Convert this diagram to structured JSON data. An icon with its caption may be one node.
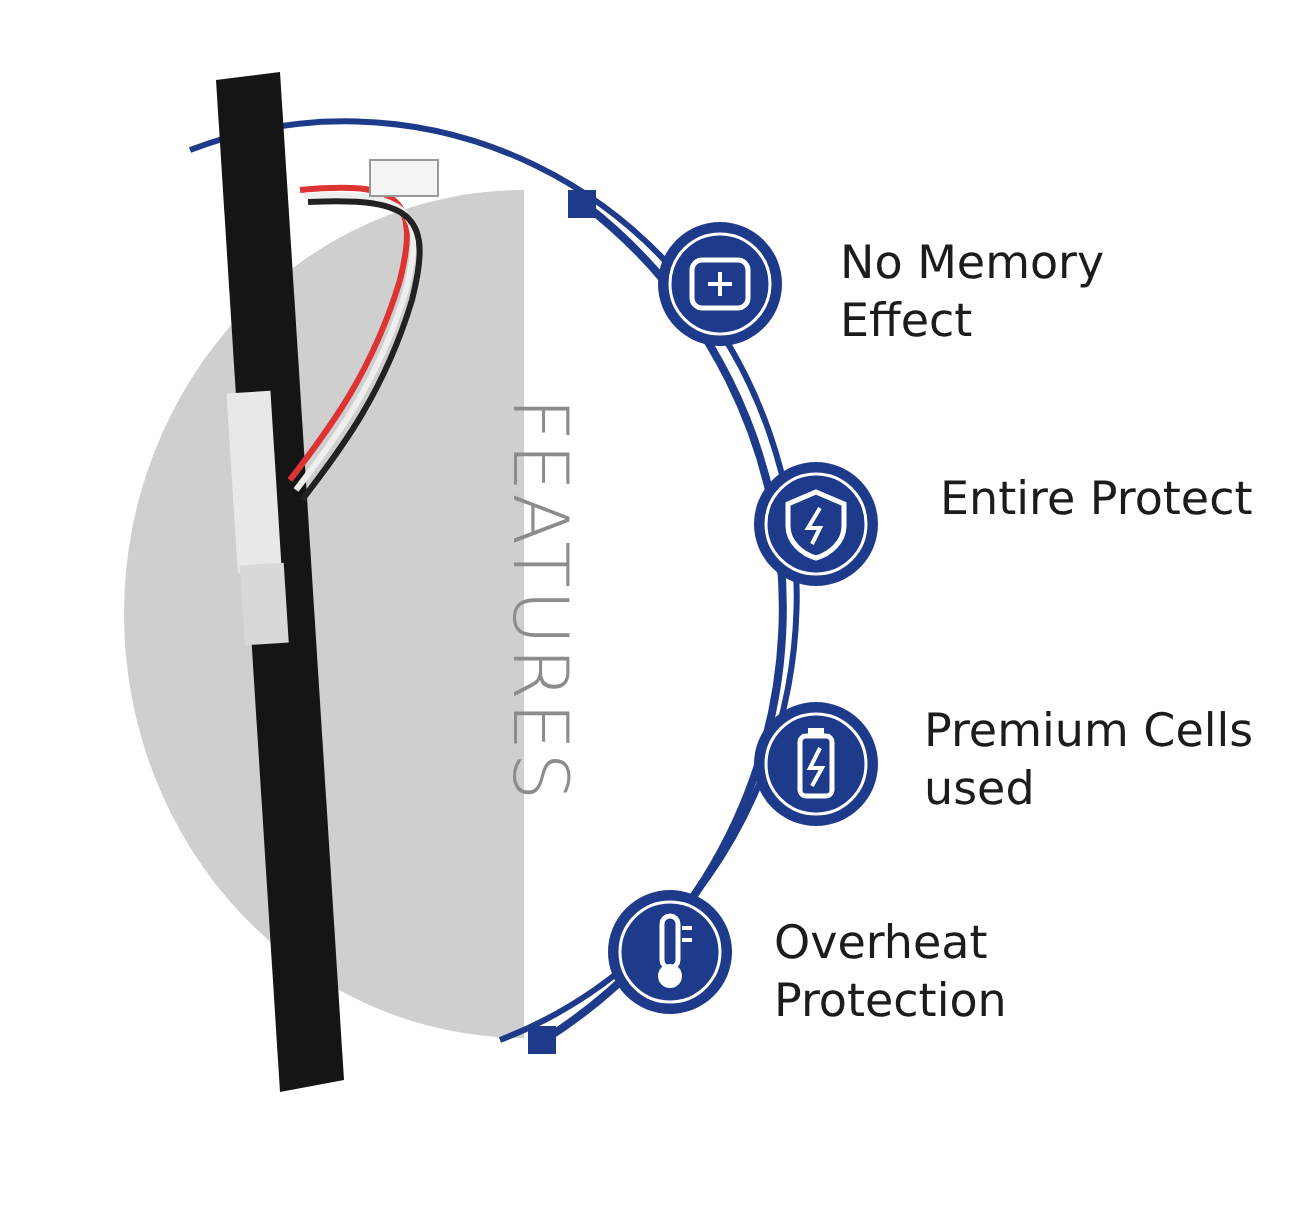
{
  "diagram": {
    "nodes": [
      {
        "text": [],
        "shape": "circle",
        "beside": [
          "No Memory Effect"
        ]
      },
      {
        "text": [],
        "shape": "circle",
        "beside": [
          "Entire Protect"
        ]
      },
      {
        "text": [],
        "shape": "circle",
        "beside": [
          "Premium Cells used"
        ]
      },
      {
        "text": [],
        "shape": "circle",
        "beside": [
          "Overheat Protection"
        ]
      }
    ],
    "labels": [
      "FEATURES"
    ]
  }
}
